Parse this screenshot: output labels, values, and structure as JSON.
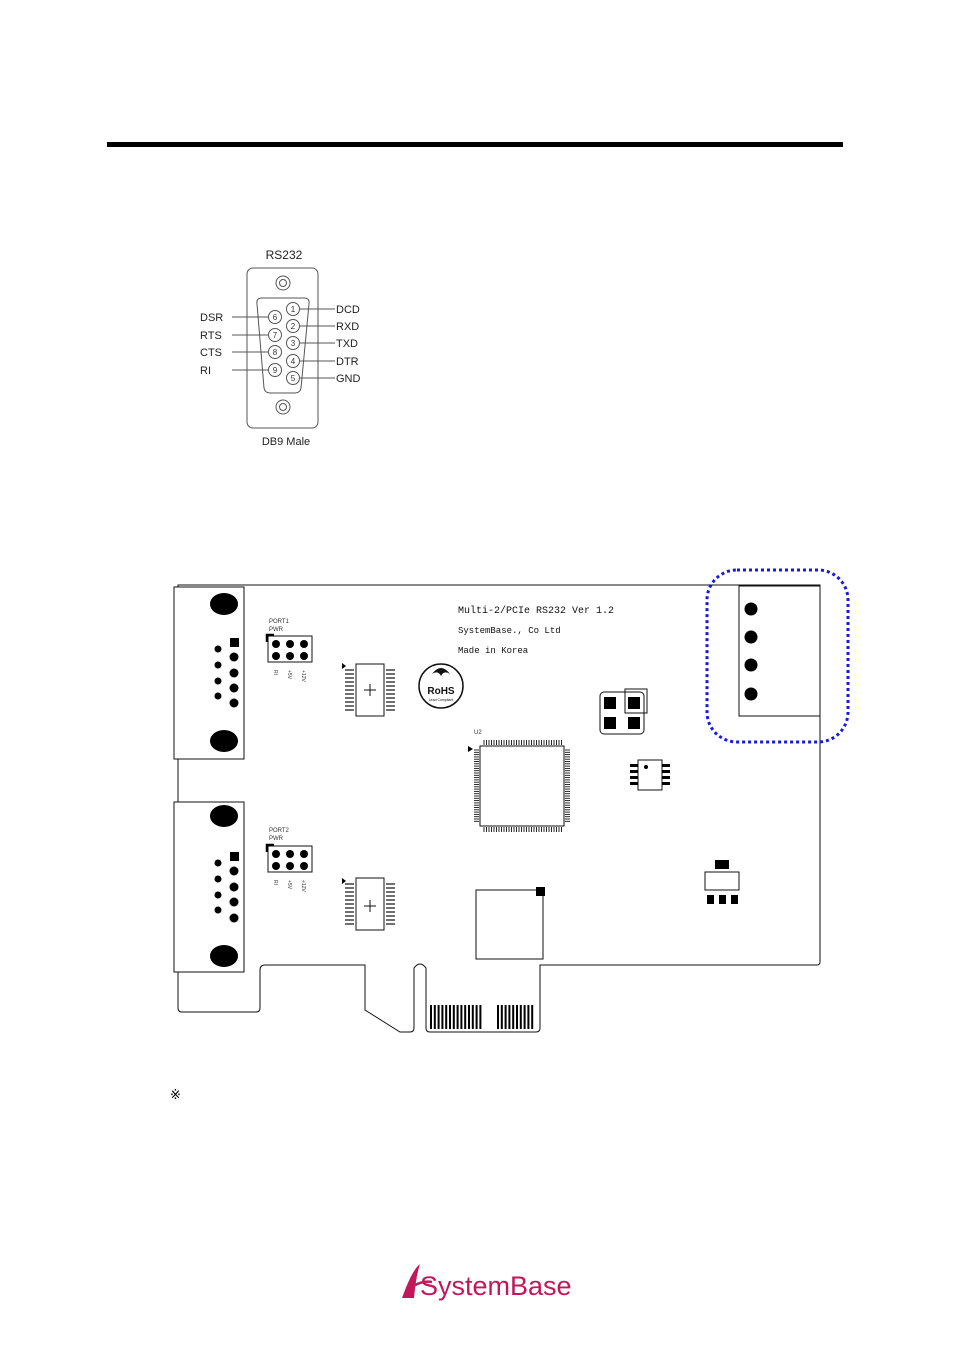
{
  "connector": {
    "title": "RS232",
    "caption": "DB9 Male",
    "pins": [
      {
        "num": "1",
        "signal": "DCD"
      },
      {
        "num": "2",
        "signal": "RXD"
      },
      {
        "num": "3",
        "signal": "TXD"
      },
      {
        "num": "4",
        "signal": "DTR"
      },
      {
        "num": "5",
        "signal": "GND"
      },
      {
        "num": "6",
        "signal": "DSR"
      },
      {
        "num": "7",
        "signal": "RTS"
      },
      {
        "num": "8",
        "signal": "CTS"
      },
      {
        "num": "9",
        "signal": "RI"
      }
    ]
  },
  "board": {
    "silk_line1": "Multi-2/PCIe RS232 Ver 1.2",
    "silk_line2": "SystemBase., Co Ltd",
    "silk_line3": "Made in Korea",
    "port1_label": "PORT1",
    "port2_label": "PORT2",
    "pwr_label": "PWR",
    "jumper_labels": [
      "RI",
      "+5V",
      "+12V"
    ],
    "u2_label": "U2",
    "rohs_label": "RoHS",
    "rohs_sub": "Lead Compliant",
    "highlight_color": "#1a1adc"
  },
  "note_symbol": "※",
  "brand": {
    "name": "SystemBase",
    "color": "#c2185b"
  }
}
